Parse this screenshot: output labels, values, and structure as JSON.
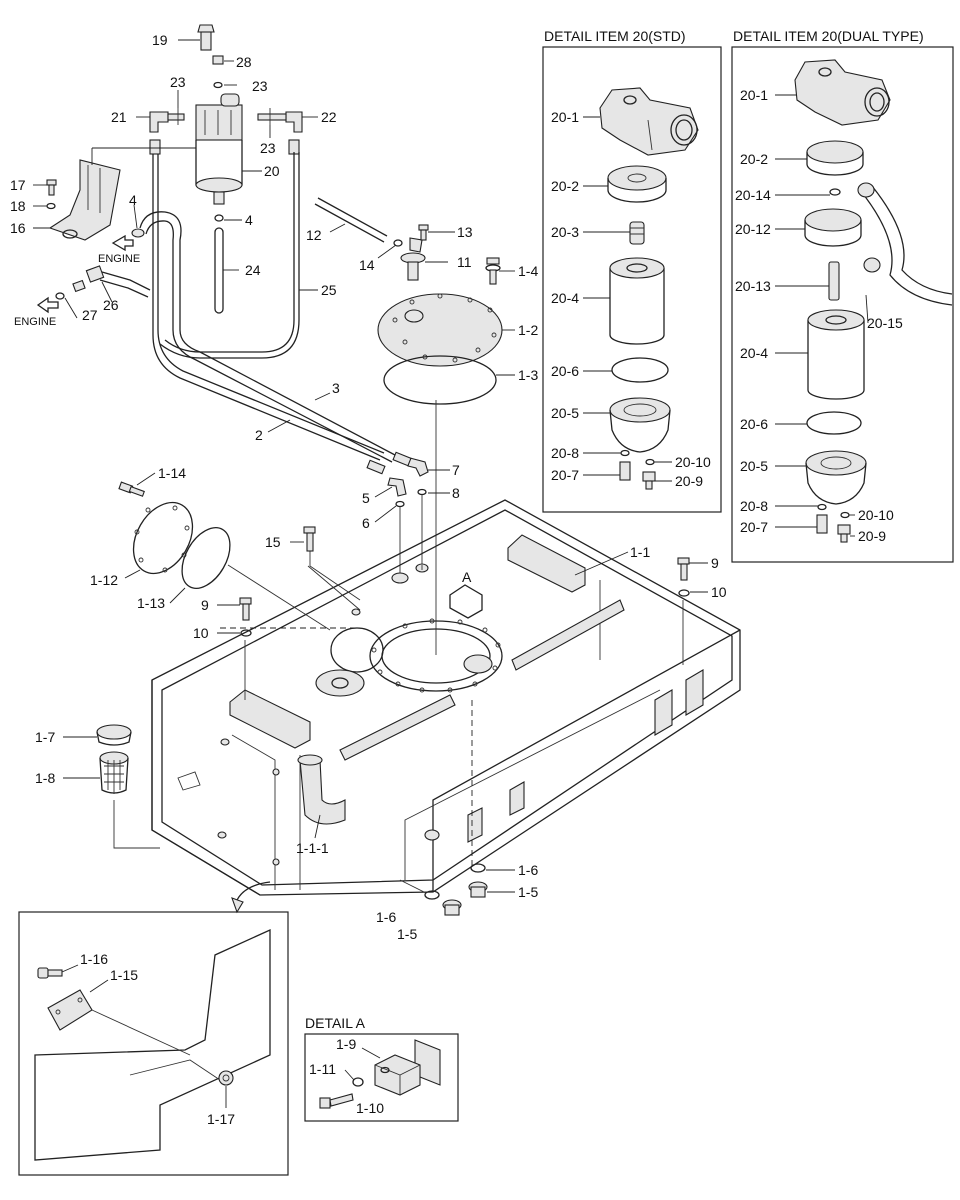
{
  "titles": {
    "detail_std": "DETAIL ITEM 20(STD)",
    "detail_dual": "DETAIL ITEM 20(DUAL TYPE)",
    "detail_a": "DETAIL A",
    "marker_a": "A"
  },
  "engine_label": "ENGINE",
  "labels": {
    "p19": "19",
    "p28": "28",
    "p23a": "23",
    "p23b": "23",
    "p23c": "23",
    "p21": "21",
    "p22": "22",
    "p20": "20",
    "p17": "17",
    "p18": "18",
    "p16": "16",
    "p4a": "4",
    "p4b": "4",
    "p12": "12",
    "p13": "13",
    "p14": "14",
    "p11": "11",
    "p24": "24",
    "p25": "25",
    "p26": "26",
    "p27": "27",
    "p1_4": "1-4",
    "p1_2": "1-2",
    "p1_3": "1-3",
    "p3": "3",
    "p2": "2",
    "p7": "7",
    "p8": "8",
    "p5": "5",
    "p6": "6",
    "p1_14": "1-14",
    "p1_12": "1-12",
    "p1_13": "1-13",
    "p15": "15",
    "p9a": "9",
    "p10a": "10",
    "p9b": "9",
    "p10b": "10",
    "p1_1": "1-1",
    "p1_7": "1-7",
    "p1_8": "1-8",
    "p1_1_1": "1-1-1",
    "p1_6a": "1-6",
    "p1_5a": "1-5",
    "p1_6b": "1-6",
    "p1_5b": "1-5",
    "p1_16": "1-16",
    "p1_15": "1-15",
    "p1_17": "1-17",
    "p1_9": "1-9",
    "p1_11": "1-11",
    "p1_10": "1-10"
  },
  "std_labels": {
    "s20_1": "20-1",
    "s20_2": "20-2",
    "s20_3": "20-3",
    "s20_4": "20-4",
    "s20_6": "20-6",
    "s20_5": "20-5",
    "s20_8": "20-8",
    "s20_10": "20-10",
    "s20_7": "20-7",
    "s20_9": "20-9"
  },
  "dual_labels": {
    "d20_1": "20-1",
    "d20_2": "20-2",
    "d20_14": "20-14",
    "d20_12": "20-12",
    "d20_13": "20-13",
    "d20_15": "20-15",
    "d20_4": "20-4",
    "d20_6": "20-6",
    "d20_5": "20-5",
    "d20_8": "20-8",
    "d20_10": "20-10",
    "d20_7": "20-7",
    "d20_9": "20-9"
  }
}
